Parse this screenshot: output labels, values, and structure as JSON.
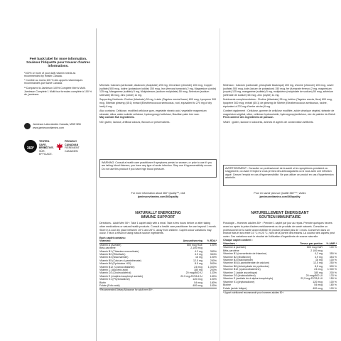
{
  "left_label": {
    "title": "Peel back label for more information.",
    "title_fr": "Soulever l'étiquette pour trouver d'autres informations.",
    "claim1": "*100% or more of your daily vitamin needs as recommended by Health Canada.",
    "claim1_fr": "* Comble au moins 100 % des apports vitaminiques recommandés par Santé Canada.",
    "claim2": "**Compared to Jamieson 100% Complete Men's Multi. Jamieson Complete 1 Multi four formules complète à 100 % de, jamieson.",
    "company": "Jamieson Laboratories Canada, M9W 5B5",
    "company_url": "www.jamiesonvitamins.com",
    "badge1": "TESTED. SAFE. EFFECTIVE.",
    "badge1_fr": "TESTÉ. SÛR. EFFICACE.",
    "badge2": "PROUDLY CANADIAN",
    "badge2_fr": "FIÈREMENT CANADIEN",
    "badge_number": "360°"
  },
  "en": {
    "minerals": "Minerals: Calcium (carbonate, dicalcium phosphate) 200 mg, Chromium (chloride) 100 mcg, Copper (sulfate) 500 mcg, Iodine (potassium iodide) 150 mcg, Iron (ferrous fumarate) 2 mg, Magnesium (oxide) 125 mg, Manganese (sulfate) 5 mg, Molybdenum (sodium molybdate) 50 mcg, Selenium (sodium selenate) 65 mcg, Zinc (oxide) 11 mg.",
    "supporting": "Supporting Nutrients: Choline (bitartrate) 28 mg, Lutein (Tagetes erecta flower) 600 mcg, Lycopene 300 mcg, Siberian ginseng (45:1) extract (Eleutherococcus senticosus, root, equivalent to 270 mg of dry herb) 6 mg.",
    "also_contains": "Also contains: Cellulose, modified cellulose gum, vegetable stearic acid, vegetable magnesium stearate, silica, water-soluble cellulose, hydroxypropyl cellulose, Brazilian palm tree wax.",
    "contains_fish": "May contain fish ingredients.",
    "no_gluten": "NO: gluten, lactose, artificial colours, flavours or preservatives.",
    "warning": "WARNING: Consult a health care practitioner if symptoms persist or worsen, or prior to use if: you are taking blood thinners; you have any type of acute infection. Stop use if hypersensitivity occurs. Do not use this product if you have high blood pressure.",
    "more_info": "For more information about 360° Quality™, visit",
    "more_info_url": "jamiesonvitamins.com/360quality",
    "heading1": "NATURALLY ENERGIZING",
    "heading2": "IMMUNE SUPPORT",
    "directions": "Directions - Adult Men 50+: Take 1 caplet daily with a meal. Take a few hours before or after taking other medications or natural health products. Consult a health care practitioner for use beyond 1 month. Store in a cool dry place between 15°C and 25°C, away from children. Caplet colour variations may occur. This is a result of using natural source ingredients.",
    "table_title": "Each caplet contains:",
    "col1": "Vitamins:",
    "col2": "Amount/serving",
    "col3": "% RDA*",
    "rows": [
      [
        "Vitamin A (Acetate)",
        "500 mcg RAE",
        "100%"
      ],
      [
        "Beta-carotene",
        "2,100 mcg",
        ""
      ],
      [
        "Vitamin B1 (Thiamine mononitrate)",
        "4.2 mg",
        "350%"
      ],
      [
        "Vitamin B2 (Riboflavin)",
        "4.9 mg",
        "354%"
      ],
      [
        "Vitamin B3 (Niacinamide)",
        "16 mg",
        "100%"
      ],
      [
        "Vitamin B5 (Calcium d-pantothenate)",
        "12.5 mg",
        "250%"
      ],
      [
        "Vitamin B6 (Pyridoxine HCl)",
        "8.5 mg",
        "500%"
      ],
      [
        "Vitamin B12 (Cyanocobalamin)",
        "24 mcg",
        "1,000%"
      ],
      [
        "Vitamin C (Ascorbic acid)",
        "180 mg",
        "200%"
      ],
      [
        "Vitamin D3 (Cholecalciferol)",
        "20 mcg/800 IU",
        "133%"
      ],
      [
        "Vitamin E (d-alpha tocopheryl acetate)",
        "22.5 mg AT/33.6 IU",
        "150%"
      ],
      [
        "Vitamin K1 (Phytonadione)",
        "120 mcg",
        "100%"
      ],
      [
        "Biotin",
        "54 mcg",
        "180%"
      ],
      [
        "Folate (Folic acid)",
        "400 mcg",
        "100%"
      ]
    ],
    "footnote": "*Recommended Dietary Allowance for adult men 50+."
  },
  "fr": {
    "minerals": "Minéraux : Calcium (carbonate, phosphate bicalcique) 200 mg, chrome (chlorure) 100 mcg, cuivre (sulfate) 500 mcg, iode (iodure de potassium) 150 mcg, fer (fumarate ferreux) 2 mg, magnésium (oxyde) 125 mg, manganèse (sulfate) 5 mg, molybdène (molybdate de sodium) 50 mcg, sélénium (sélénate de sodium) 65 mcg, zinc (oxyde) 11 mg.",
    "supporting": "Nutriments complémentaires : Choline (bitartrate) 28 mg, lutéine (Tagetes erecta, fleur) 600 mcg, lycopène 300 mcg, extrait (45:1) de ginseng de Sibérie (Eleutherococcus senticosus, racine, équivalent à 270 mg d'herbe sèche) 6 mg.",
    "also_contains": "Contient également : Cellulose, gomme de cellulose modifiée, acide stéarique végétal, stéarate de magnésium végétal, silice, cellulose hydrosoluble, hydroxypropylcellulose, cire de palmier du Brésil.",
    "contains_fish": "Peut contenir des ingrédients de poisson.",
    "no_gluten": "SANS : gluten, lactose ni colorants, arômes et agents de conservation artificiels.",
    "warning": "AVERTISSEMENT : Consulter un professionnel de la santé si les symptômes persistent ou s'aggravent, ou avant l'emploi si vous prenez des anticoagulants ou si vous avez une infection aiguë. Cesser l'emploi en cas d'hypersensibilité. Ne pas utiliser ce produit en cas d'hypertension artérielle.",
    "more_info": "Pour en savoir plus sur Qualité 360°™, visitez",
    "more_info_url": "jamiesonvitamins.com/360quality",
    "heading1": "NATURELLEMENT ÉNERGISANT",
    "heading2": "SOUTIEN IMMUNITAIRE",
    "directions": "Posologie – Hommes adultes 50+ : Prendre 1 caplet par jour au repas. Prendre quelques heures avant ou après la prise d'autres médicaments ou de produits de santé naturels. Consulter un professionnel de la santé avant d'utiliser le produit pendant plus de 1 mois. Conserver dans un endroit frais et sec entre 15 °C et 25 °C, hors de la portée des enfants. La couleur des caplets peut varier. Ces variations sont le résultat de l'utilisation d'ingrédients de source naturelle.",
    "table_title": "Chaque caplet contient :",
    "col1": "Vitamines :",
    "col2": "Teneur par portion",
    "col3": "% AMR *",
    "rows": [
      [
        "Vitamine A (acétate)",
        "500 mcg EAR",
        "100 %"
      ],
      [
        "Bêta-carotène",
        "2 100 mcg",
        ""
      ],
      [
        "Vitamine B1 (mononitrate de thiamine)",
        "4,2 mg",
        "350 %"
      ],
      [
        "Vitamine B2 (riboflavine)",
        "4,9 mg",
        "354 %"
      ],
      [
        "Vitamine B3 (niacinamide)",
        "16 mg",
        "100 %"
      ],
      [
        "Vitamine B5 (d-pantothénate de calcium)",
        "12,5 mg",
        "250 %"
      ],
      [
        "Vitamine B6 (chlorhydrate de pyridoxine)",
        "8,5 mg",
        "500 %"
      ],
      [
        "Vitamine B12 (cyanocobalamine)",
        "24 mcg",
        "1 000 %"
      ],
      [
        "Vitamine C (acide ascorbique)",
        "180 mg",
        "200 %"
      ],
      [
        "Vitamine D3 (cholécalciférol)",
        "20 mcg/800 UI",
        "133 %"
      ],
      [
        "Vitamine E (acétate de d-alpha-tocophéryle)",
        "22,5 mg AT/33,6 UI",
        "150 %"
      ],
      [
        "Vitamine K1 (phytonadione)",
        "120 mcg",
        "100 %"
      ],
      [
        "Biotine",
        "54 mcg",
        "180 %"
      ],
      [
        "Folate (acide folique)",
        "400 mcg",
        "100 %"
      ]
    ],
    "footnote": "* Apport nutritionnel recommandé pour hommes adultes 50+."
  }
}
